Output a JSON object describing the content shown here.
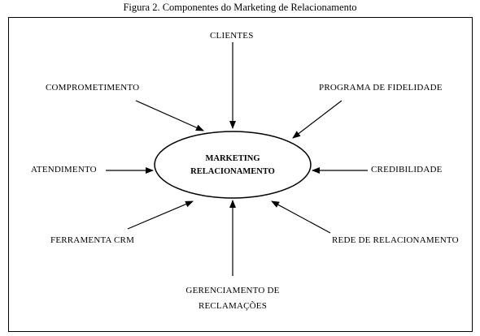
{
  "caption": "Figura 2. Componentes do Marketing de Relacionamento",
  "center": {
    "line1": "MARKETING",
    "line2": "RELACIONAMENTO"
  },
  "nodes": {
    "clientes": "CLIENTES",
    "comprometimento": "COMPROMETIMENTO",
    "programa_fidelidade": "PROGRAMA DE FIDELIDADE",
    "atendimento": "ATENDIMENTO",
    "credibilidade": "CREDIBILIDADE",
    "ferramenta_crm": "FERRAMENTA CRM",
    "rede_relacionamento": "REDE DE RELACIONAMENTO",
    "gerenciamento_line1": "GERENCIAMENTO DE",
    "gerenciamento_line2": "RECLAMAÇÕES"
  }
}
